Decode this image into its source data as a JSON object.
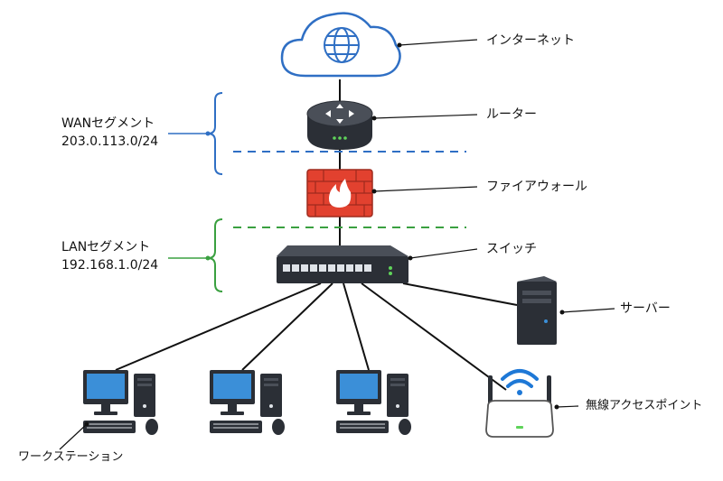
{
  "labels": {
    "internet": "インターネット",
    "router": "ルーター",
    "firewall": "ファイアウォール",
    "switch": "スイッチ",
    "server": "サーバー",
    "access_point": "無線アクセスポイント",
    "workstation": "ワークステーション"
  },
  "segments": {
    "wan": {
      "name": "WANセグメント",
      "subnet": "203.0.113.0/24",
      "color": "#2f6fc4"
    },
    "lan": {
      "name": "LANセグメント",
      "subnet": "192.168.1.0/24",
      "color": "#3aa040"
    }
  },
  "colors": {
    "cloud": "#2f6fc4",
    "firewall": "#e2412f",
    "device_dark": "#2b2f36",
    "screen": "#3b8fd8",
    "wifi": "#1e78d6"
  }
}
